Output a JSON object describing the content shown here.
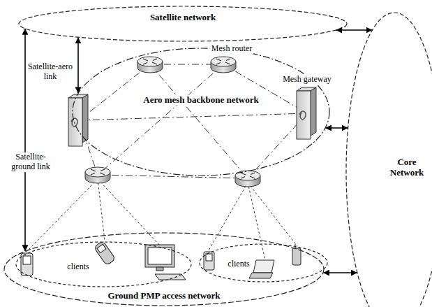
{
  "diagram": {
    "nodes": [
      {
        "text": [
          "Satellite network"
        ]
      },
      {
        "text": [
          "Aero mesh backbone network"
        ]
      },
      {
        "text": [
          "Ground PMP access network"
        ]
      },
      {
        "text": [
          "clients"
        ],
        "in": 2
      },
      {
        "text": [
          "clients"
        ],
        "in": 2
      },
      {
        "text": [
          "Core Network"
        ]
      }
    ],
    "edges": [
      {
        "from": 0,
        "to": 5,
        "arrow": "both"
      },
      {
        "from": 1,
        "to": 5,
        "arrow": "both"
      },
      {
        "from": 2,
        "to": 5,
        "arrow": "both"
      },
      {
        "from": 0,
        "to": 1,
        "label": "Satellite-aero link",
        "arrow": "both"
      },
      {
        "from": 0,
        "to": 2,
        "label": "Satellite-ground link",
        "arrow": "both"
      }
    ],
    "labels": [
      "Mesh router",
      "Mesh gateway"
    ]
  }
}
